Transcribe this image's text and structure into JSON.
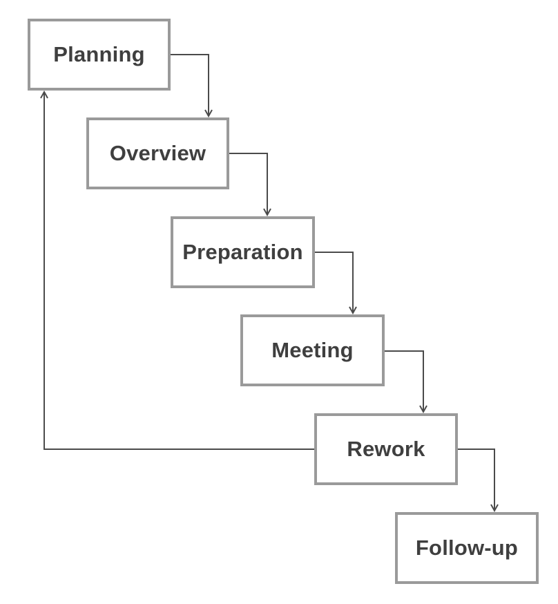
{
  "steps": [
    {
      "id": "planning",
      "label": "Planning"
    },
    {
      "id": "overview",
      "label": "Overview"
    },
    {
      "id": "preparation",
      "label": "Preparation"
    },
    {
      "id": "meeting",
      "label": "Meeting"
    },
    {
      "id": "rework",
      "label": "Rework"
    },
    {
      "id": "followup",
      "label": "Follow-up"
    }
  ],
  "colors": {
    "box_border": "#9a9a9a",
    "text": "#3f3f3f",
    "connector": "#4a4a4a"
  }
}
